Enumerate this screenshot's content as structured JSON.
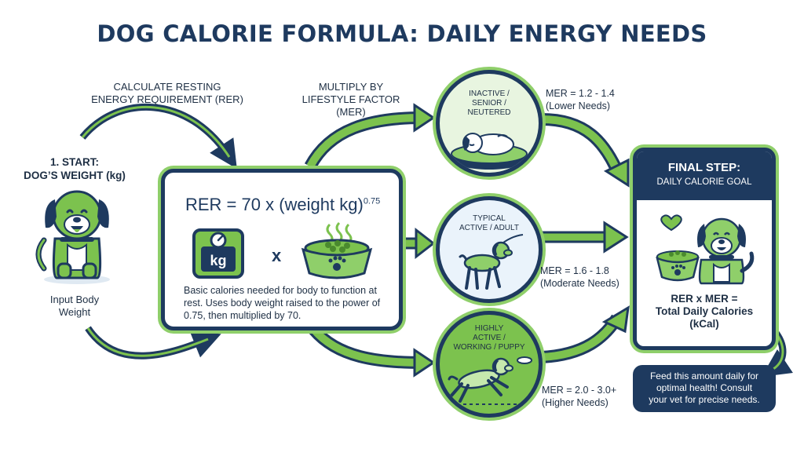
{
  "title": "DOG CALORIE FORMULA: DAILY ENERGY NEEDS",
  "start": {
    "heading_line1": "1. START:",
    "heading_line2": "DOG’S WEIGHT (kg)",
    "caption_line1": "Input Body",
    "caption_line2": "Weight"
  },
  "step_rer": {
    "label_line1": "CALCULATE RESTING",
    "label_line2": "ENERGY REQUIREMENT (RER)",
    "formula": "RER = 70 x (weight kg)",
    "exponent": "0.75",
    "kg_icon_text": "kg",
    "times": "x",
    "description": "Basic calories needed for body to function at rest. Uses body weight raised to the power of 0.75, then multiplied by 70."
  },
  "step_mer": {
    "label_line1": "MULTIPLY BY",
    "label_line2": "LIFESTYLE FACTOR",
    "label_line3": "(MER)"
  },
  "lifestyles": [
    {
      "line1": "INACTIVE /",
      "line2": "SENIOR /",
      "line3": "NEUTERED",
      "mer": "MER = 1.2 - 1.4",
      "need": "(Lower Needs)"
    },
    {
      "line1": "TYPICAL",
      "line2": "ACTIVE / ADULT",
      "line3": "",
      "mer": "MER = 1.6 - 1.8",
      "need": "(Moderate Needs)"
    },
    {
      "line1": "HIGHLY",
      "line2": "ACTIVE /",
      "line3": "WORKING / PUPPY",
      "mer": "MER = 2.0 - 3.0+",
      "need": "(Higher Needs)"
    }
  ],
  "final": {
    "heading": "FINAL STEP:",
    "subheading": "DAILY CALORIE GOAL",
    "result_line1": "RER x MER =",
    "result_line2": "Total Daily Calories",
    "result_line3": "(kCal)"
  },
  "note": {
    "line1": "Feed this amount daily for",
    "line2": "optimal health! Consult",
    "line3": "your vet for precise needs."
  },
  "colors": {
    "navy": "#1e3a5f",
    "green": "#7cc24e",
    "light_green": "#8fcf6a"
  }
}
